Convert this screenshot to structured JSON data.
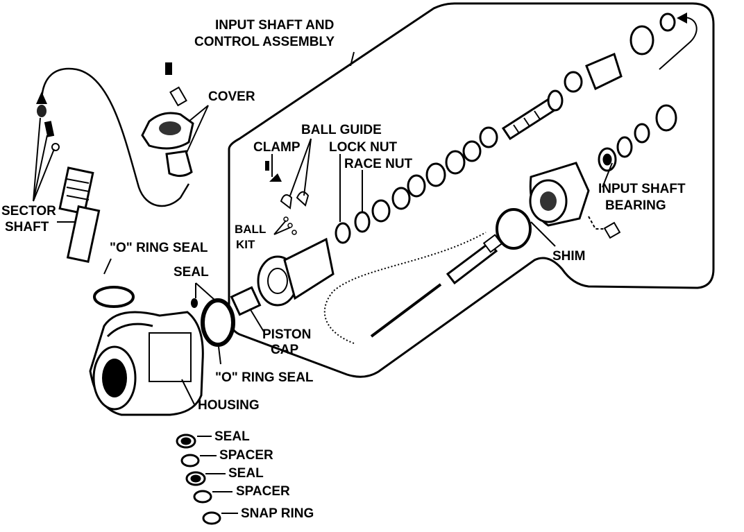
{
  "labels": {
    "input_shaft_assembly_line1": "INPUT SHAFT AND",
    "input_shaft_assembly_line2": "CONTROL ASSEMBLY",
    "cover": "COVER",
    "ball_guide": "BALL GUIDE",
    "clamp": "CLAMP",
    "lock_nut": "LOCK NUT",
    "race_nut": "RACE NUT",
    "sector_shaft_line1": "SECTOR",
    "sector_shaft_line2": "SHAFT",
    "ball_kit_line1": "BALL",
    "ball_kit_line2": "KIT",
    "input_shaft_bearing_line1": "INPUT SHAFT",
    "input_shaft_bearing_line2": "BEARING",
    "o_ring_seal_upper": "\"O\" RING SEAL",
    "seal_upper": "SEAL",
    "shim": "SHIM",
    "piston_cap_line1": "PISTON",
    "piston_cap_line2": "CAP",
    "o_ring_seal_lower": "\"O\" RING SEAL",
    "housing": "HOUSING",
    "stack_seal_1": "SEAL",
    "stack_spacer_1": "SPACER",
    "stack_seal_2": "SEAL",
    "stack_spacer_2": "SPACER",
    "snap_ring": "SNAP RING"
  }
}
